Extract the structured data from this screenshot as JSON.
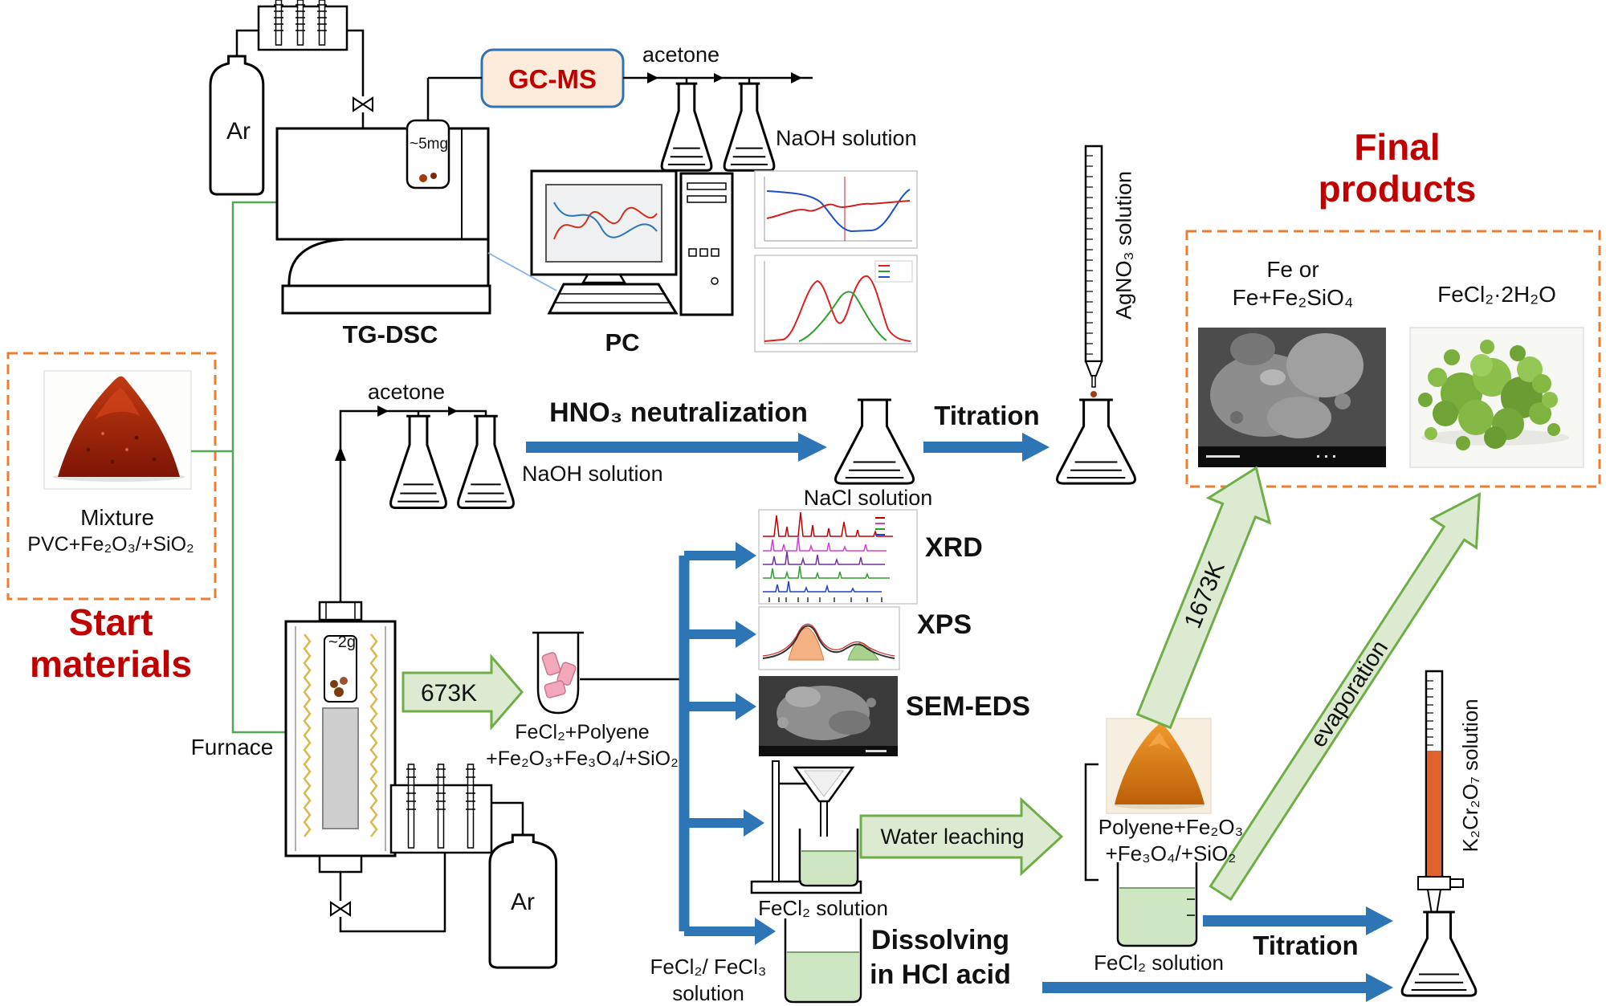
{
  "colors": {
    "process_blue": "#2e75b6",
    "arrow_green_fill": "#dcead2",
    "arrow_green_border": "#70ad47",
    "accent_red": "#c00000",
    "dashed_orange": "#ed7d31",
    "liquid_green": "#cfe6c2",
    "gcms_fill": "#fdebdb"
  },
  "start_materials": {
    "title": "Start\nmaterials",
    "mixture": "Mixture",
    "formula": "PVC+Fe₂O₃/+SiO₂"
  },
  "tg_line": {
    "ar": "Ar",
    "gcms": "GC-MS",
    "acetone": "acetone",
    "naoh": "NaOH  solution",
    "sample_mass": "~5mg",
    "tgdsc": "TG-DSC",
    "pc": "PC"
  },
  "neutralization_line": {
    "acetone": "acetone",
    "naoh": "NaOH  solution",
    "hno3": "HNO₃ neutralization",
    "nacl": "NaCl  solution",
    "titration": "Titration",
    "agno3": "AgNO₃ solution"
  },
  "furnace_line": {
    "furnace": "Furnace",
    "sample_mass": "~2g",
    "temp": "673K",
    "product": "FeCl₂+Polyene\n+Fe₂O₃+Fe₃O₄/+SiO₂",
    "ar": "Ar"
  },
  "analyses": {
    "xrd": "XRD",
    "xps": "XPS",
    "semeds": "SEM-EDS",
    "fecl2_solution": "FeCl₂ solution",
    "fecl2_fecl3_solution": "FeCl₂/ FeCl₃\nsolution"
  },
  "leaching": {
    "water_leaching": "Water leaching",
    "residue": "Polyene+Fe₂O₃\n+Fe₃O₄/+SiO₂",
    "fecl2_solution": "FeCl₂ solution",
    "temp": "1673K",
    "evaporation": "evaporation"
  },
  "hcl_line": {
    "dissolving": "Dissolving\nin HCl acid",
    "titration": "Titration",
    "k2cr2o7": "K₂Cr₂O₇ solution"
  },
  "final_products": {
    "title": "Final\nproducts",
    "product_iron": "Fe or\nFe+Fe₂SiO₄",
    "product_salt": "FeCl₂·2H₂O"
  }
}
